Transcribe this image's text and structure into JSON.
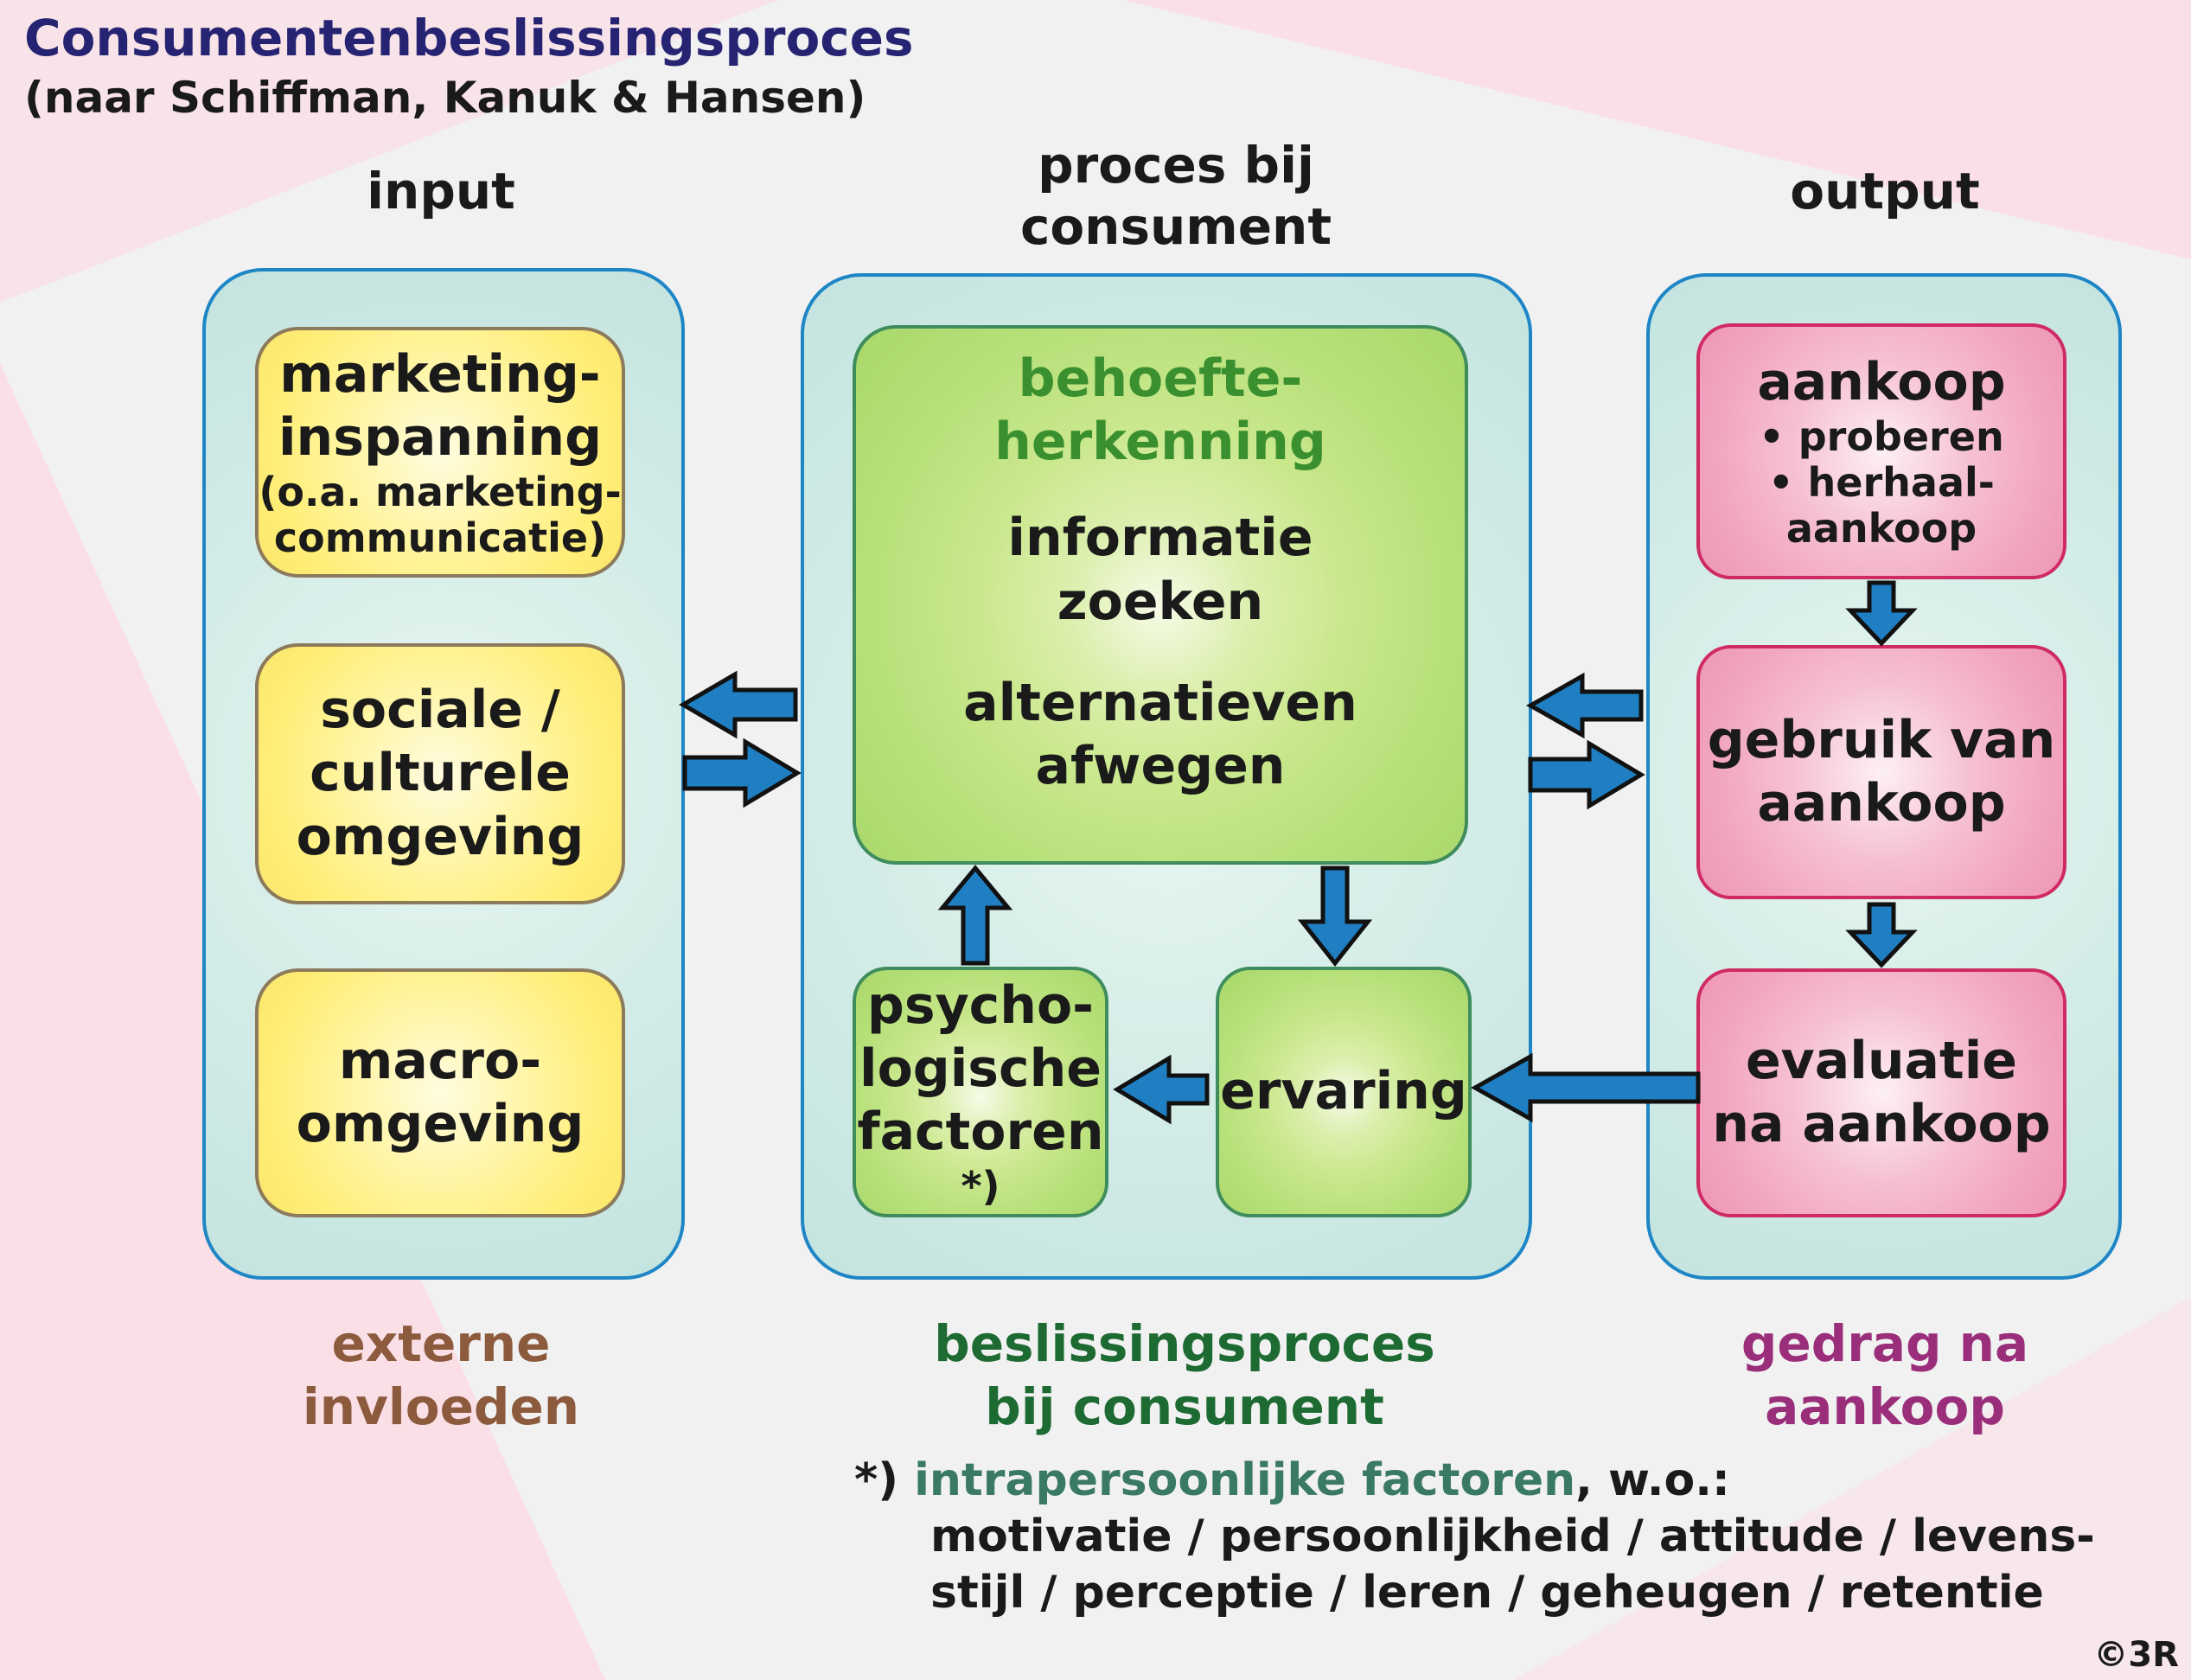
{
  "title": "Consumentenbeslissingsproces",
  "subtitle": "(naar Schiffman, Kanuk & Hansen)",
  "columns": {
    "input": {
      "heading": "input"
    },
    "process": {
      "heading_line1": "proces bij",
      "heading_line2": "consument"
    },
    "output": {
      "heading": "output"
    }
  },
  "input_boxes": {
    "marketing": {
      "line1": "marketing-",
      "line2": "inspanning",
      "line3": "(o.a. marketing-",
      "line4": "communicatie)"
    },
    "social": {
      "line1": "sociale /",
      "line2": "culturele",
      "line3": "omgeving"
    },
    "macro": {
      "line1": "macro-",
      "line2": "omgeving"
    }
  },
  "process_boxes": {
    "main": {
      "need_line1": "behoefte-",
      "need_line2": "herkenning",
      "info_line1": "informatie",
      "info_line2": "zoeken",
      "alt_line1": "alternatieven",
      "alt_line2": "afwegen"
    },
    "psycho": {
      "line1": "psycho-",
      "line2": "logische",
      "line3": "factoren",
      "line4": "*)"
    },
    "experience": {
      "label": "ervaring"
    }
  },
  "output_boxes": {
    "purchase": {
      "line1": "aankoop",
      "bullet1": "• proberen",
      "bullet2": "• herhaal-",
      "bullet2b": "aankoop"
    },
    "usage": {
      "line1": "gebruik van",
      "line2": "aankoop"
    },
    "evaluation": {
      "line1": "evaluatie",
      "line2": "na aankoop"
    }
  },
  "footers": {
    "input": {
      "line1": "externe",
      "line2": "invloeden"
    },
    "process": {
      "line1": "beslissingsproces",
      "line2": "bij consument"
    },
    "output": {
      "line1": "gedrag na",
      "line2": "aankoop"
    }
  },
  "note": {
    "marker": "*)",
    "highlight": "intrapersoonlijke factoren",
    "suffix": ", w.o.:",
    "line2": "motivatie / persoonlijkheid / attitude / levens-",
    "line3": "stijl / perceptie / leren / geheugen / retentie"
  },
  "copyright": "©3R",
  "colors": {
    "title": "#262373",
    "need_recognition": "#3a8f2e",
    "footer_input": "#8c5a3c",
    "footer_process": "#1d6a32",
    "footer_output": "#9a2e7a",
    "note_highlight": "#3a7a64",
    "arrow": "#1f7fc2",
    "panel_border": "#1f86c6"
  }
}
